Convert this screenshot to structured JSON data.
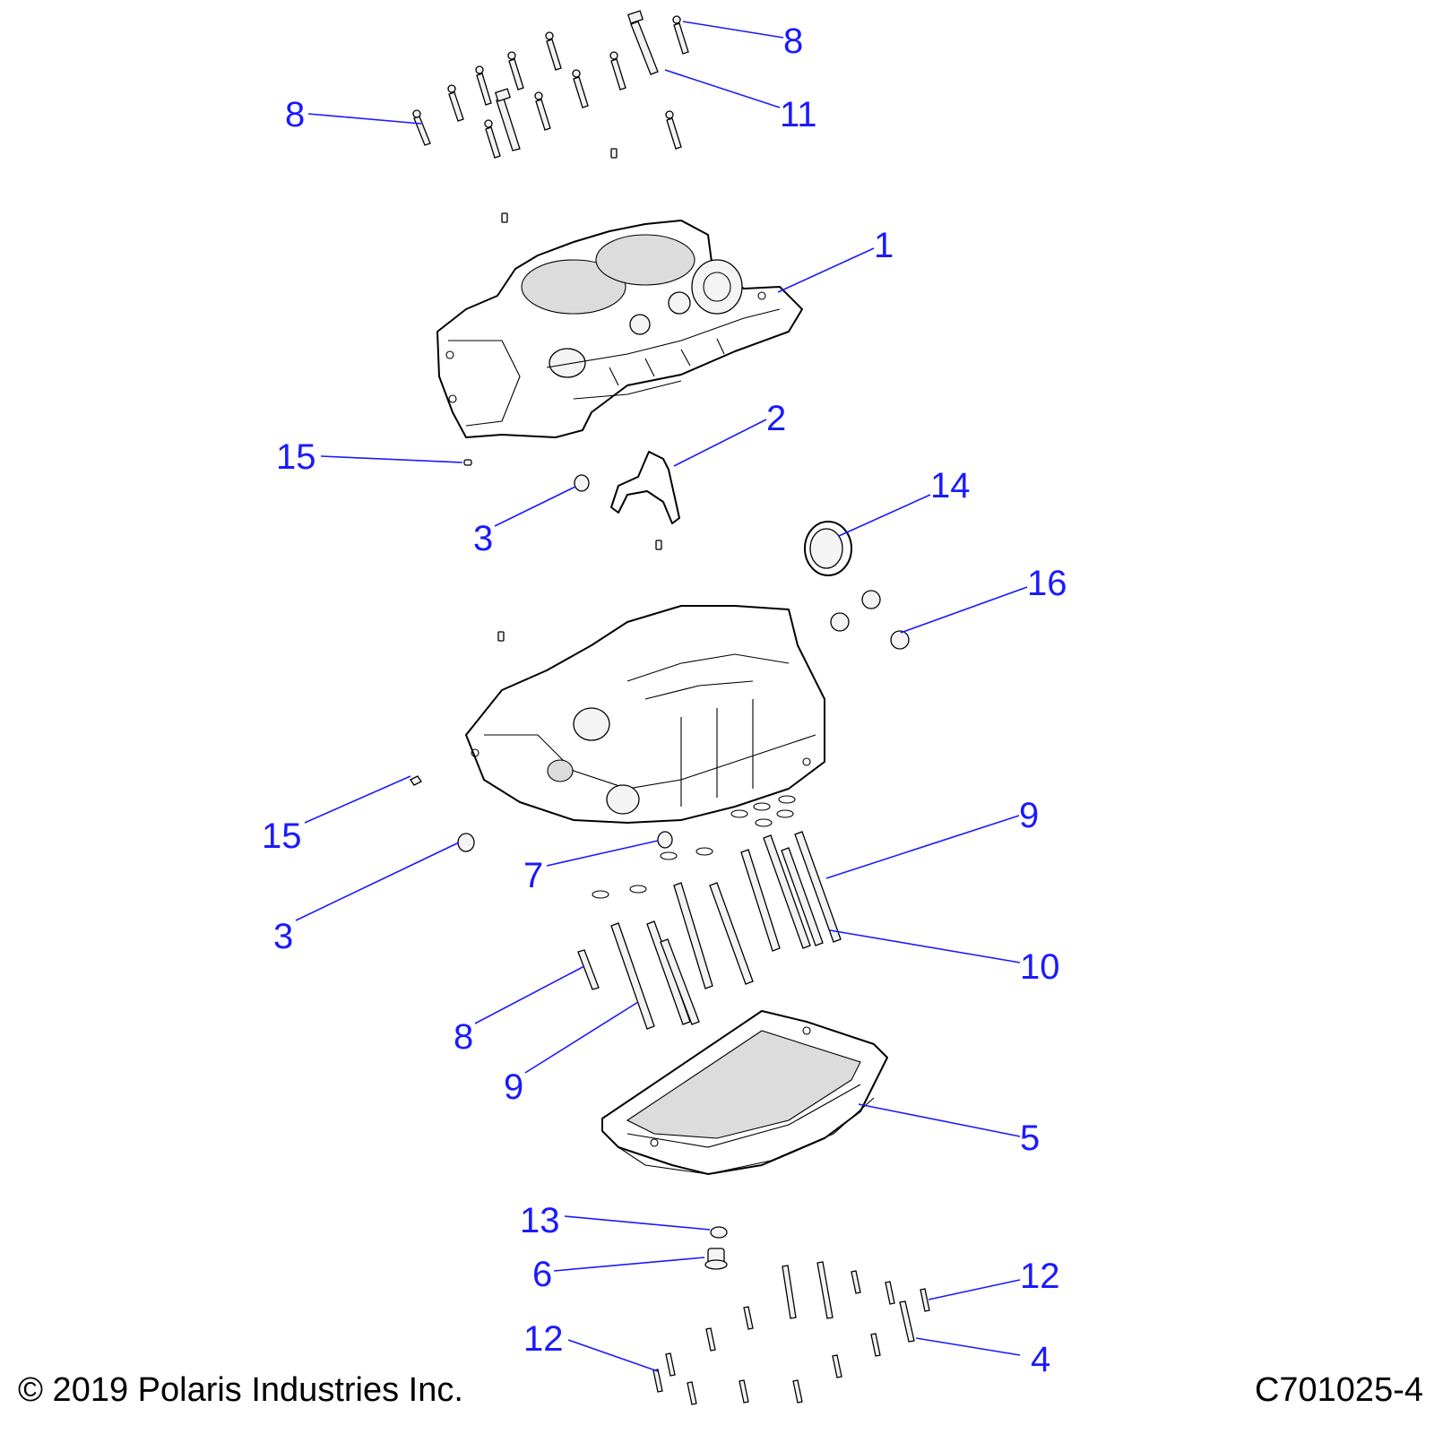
{
  "footer": {
    "copyright": "© 2019 Polaris Industries Inc.",
    "drawing_code": "C701025-4"
  },
  "callouts": [
    {
      "id": "c8a",
      "text": "8"
    },
    {
      "id": "c11",
      "text": "11"
    },
    {
      "id": "c8b",
      "text": "8"
    },
    {
      "id": "c1",
      "text": "1"
    },
    {
      "id": "c2",
      "text": "2"
    },
    {
      "id": "c15a",
      "text": "15"
    },
    {
      "id": "c3a",
      "text": "3"
    },
    {
      "id": "c14",
      "text": "14"
    },
    {
      "id": "c16",
      "text": "16"
    },
    {
      "id": "c9a",
      "text": "9"
    },
    {
      "id": "c15b",
      "text": "15"
    },
    {
      "id": "c7",
      "text": "7"
    },
    {
      "id": "c3b",
      "text": "3"
    },
    {
      "id": "c10",
      "text": "10"
    },
    {
      "id": "c8c",
      "text": "8"
    },
    {
      "id": "c9b",
      "text": "9"
    },
    {
      "id": "c5",
      "text": "5"
    },
    {
      "id": "c13",
      "text": "13"
    },
    {
      "id": "c6",
      "text": "6"
    },
    {
      "id": "c12a",
      "text": "12"
    },
    {
      "id": "c12b",
      "text": "12"
    },
    {
      "id": "c4",
      "text": "4"
    }
  ]
}
